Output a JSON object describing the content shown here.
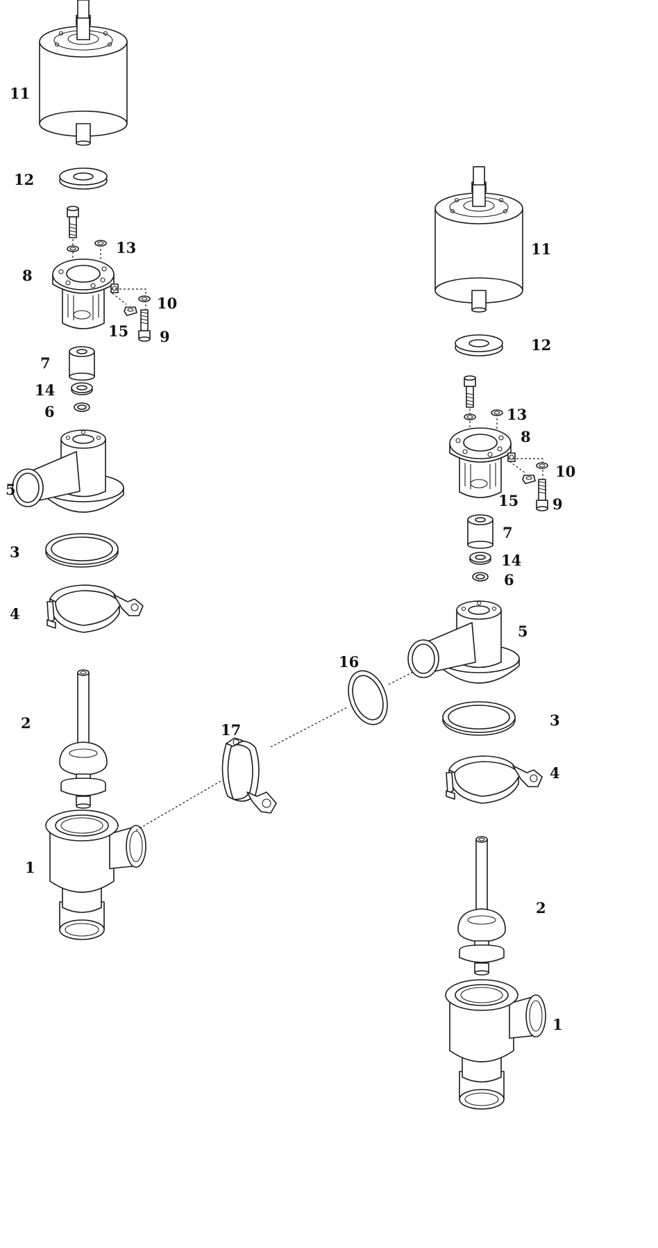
{
  "labels_left": {
    "p11": "11",
    "p12": "12",
    "p13": "13",
    "p8": "8",
    "p10": "10",
    "p15": "15",
    "p9": "9",
    "p7": "7",
    "p14": "14",
    "p6": "6",
    "p5": "5",
    "p3": "3",
    "p4": "4",
    "p2": "2",
    "p1": "1"
  },
  "labels_center": {
    "p16": "16",
    "p17": "17"
  },
  "labels_right": {
    "p11": "11",
    "p12": "12",
    "p13": "13",
    "p8": "8",
    "p10": "10",
    "p15": "15",
    "p9": "9",
    "p7": "7",
    "p14": "14",
    "p6": "6",
    "p5": "5",
    "p3": "3",
    "p4": "4",
    "p2": "2",
    "p1": "1"
  }
}
